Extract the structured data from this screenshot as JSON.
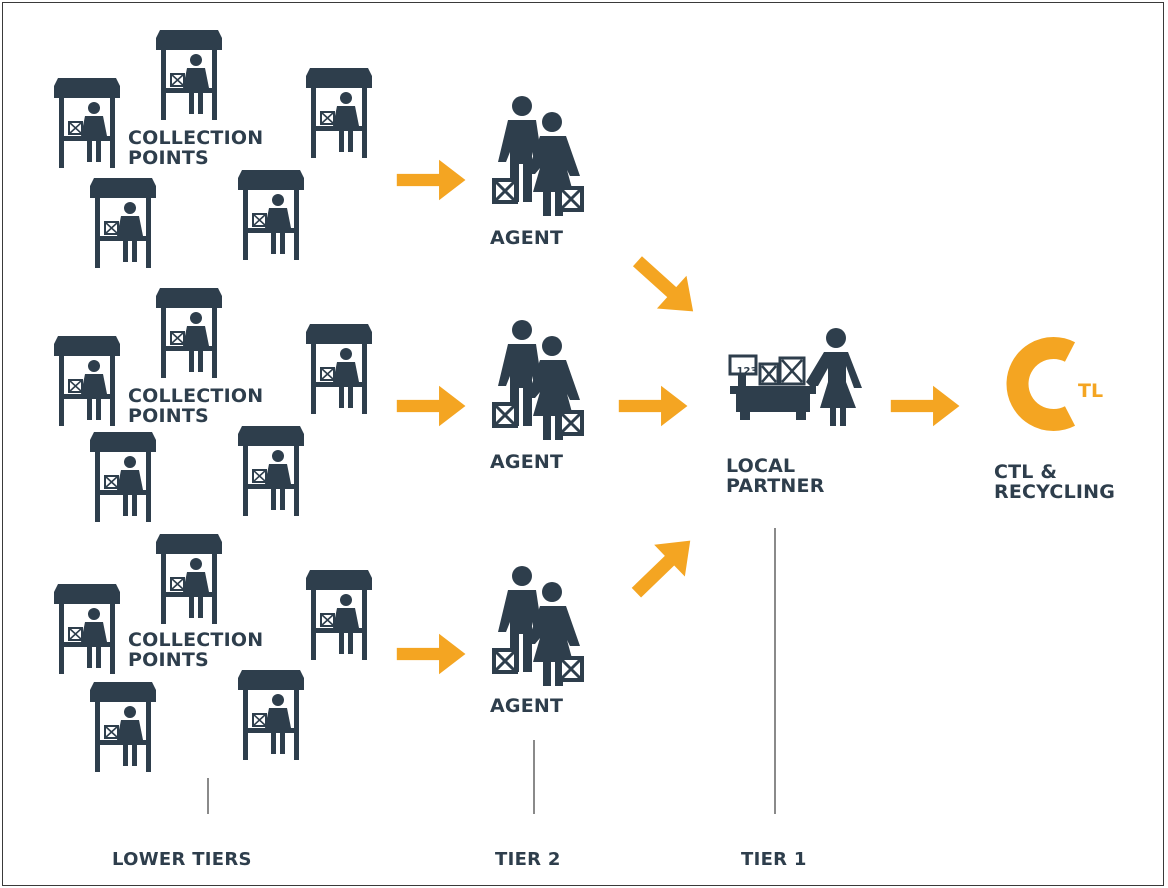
{
  "colors": {
    "ink": "#2e3e4c",
    "accent": "#f4a522",
    "divider": "#8a8a8a"
  },
  "icons": {
    "stall": "collection-stall-icon",
    "agent": "agent-people-icon",
    "partner": "local-partner-scale-icon",
    "ctl": "ctl-logo-icon"
  },
  "groups": [
    {
      "label_line1": "COLLECTION",
      "label_line2": "POINTS",
      "agent_label": "AGENT"
    },
    {
      "label_line1": "COLLECTION",
      "label_line2": "POINTS",
      "agent_label": "AGENT"
    },
    {
      "label_line1": "COLLECTION",
      "label_line2": "POINTS",
      "agent_label": "AGENT"
    }
  ],
  "partner": {
    "label_line1": "LOCAL",
    "label_line2": "PARTNER",
    "scale_readout": "123"
  },
  "ctl": {
    "logo_letters": "TL",
    "label_line1": "CTL &",
    "label_line2": "RECYCLING"
  },
  "tiers": {
    "lower": "LOWER TIERS",
    "tier2": "TIER 2",
    "tier1": "TIER 1"
  }
}
